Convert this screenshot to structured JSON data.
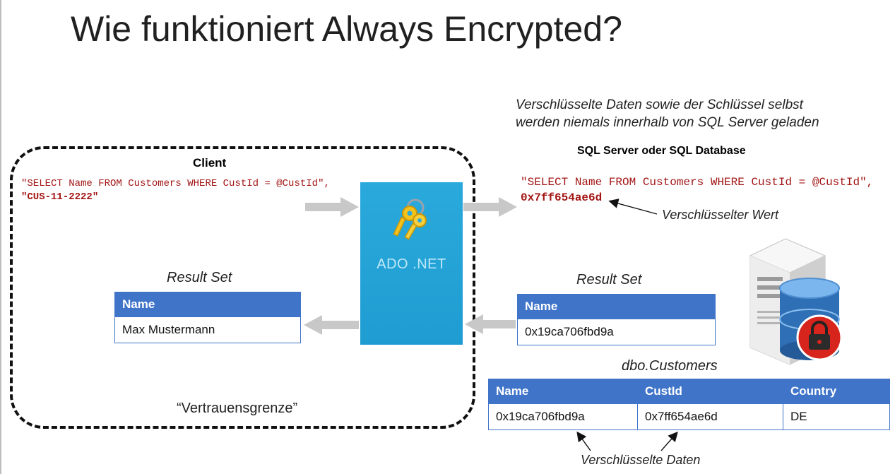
{
  "title": "Wie funktioniert Always Encrypted?",
  "client": {
    "title": "Client",
    "query_line1": "\"SELECT Name FROM Customers WHERE CustId = @CustId\",",
    "query_line2": "\"CUS-11-2222\""
  },
  "note_top": {
    "line1": "Verschlüsselte Daten sowie der Schlüssel selbst",
    "line2": "werden niemals innerhalb von SQL Server geladen"
  },
  "server": {
    "title": "SQL Server oder SQL Database",
    "query_line1": "\"SELECT Name FROM Customers WHERE CustId = @CustId\",",
    "query_line2": "0x7ff654ae6d",
    "encrypted_value_note": "Verschlüsselter Wert"
  },
  "ado": {
    "label": "ADO .NET"
  },
  "result_left": {
    "title": "Result Set",
    "header": "Name",
    "value": "Max Mustermann"
  },
  "result_right": {
    "title": "Result Set",
    "header": "Name",
    "value": "0x19ca706fbd9a"
  },
  "dbo": {
    "title": "dbo.Customers",
    "headers": [
      "Name",
      "CustId",
      "Country"
    ],
    "row": [
      "0x19ca706fbd9a",
      "0x7ff654ae6d",
      "DE"
    ]
  },
  "trust_label": "“Vertrauensgrenze”",
  "encrypted_data_note": "Verschlüsselte Daten",
  "colors": {
    "table_header": "#3f74c9",
    "ado_box": "#1f9dd2",
    "code_red": "#a31515",
    "arrow_gray": "#c8c8c8"
  },
  "icons": [
    "keys-icon",
    "server-icon",
    "database-icon",
    "lock-icon"
  ]
}
